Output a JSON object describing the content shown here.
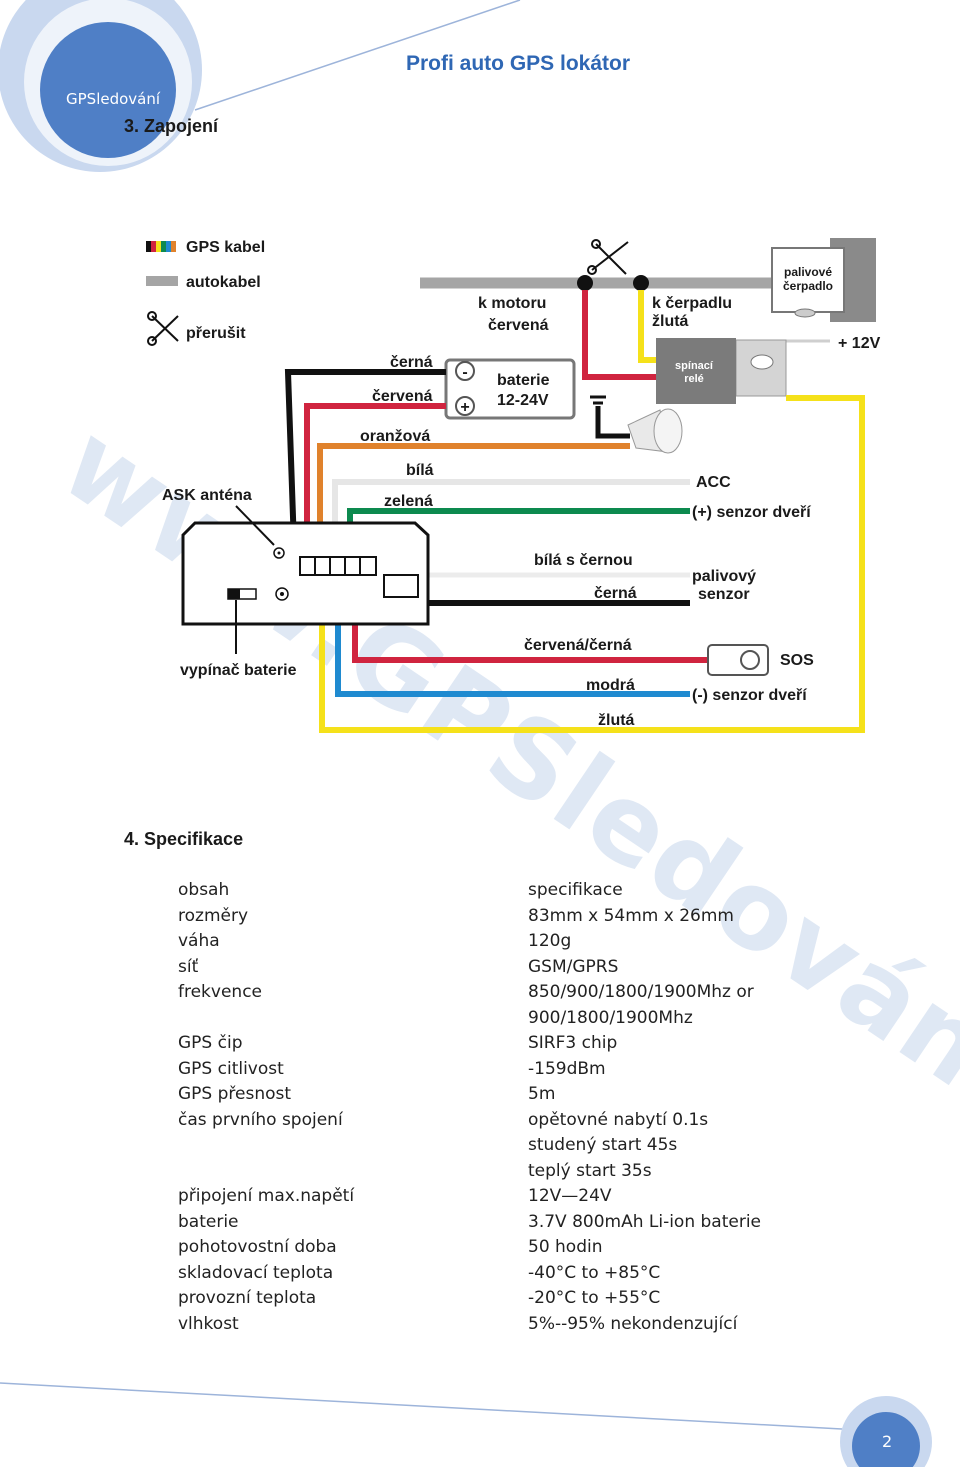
{
  "header": {
    "brand": "GPSledování",
    "title": "Profi auto GPS lokátor",
    "section3": "3. Zapojení"
  },
  "watermark": "www.GPSledování",
  "diagram": {
    "legend": {
      "gps_cable": "GPS kabel",
      "car_cable": "autokabel",
      "cut": "přerušit"
    },
    "labels": {
      "to_engine": "k motoru",
      "to_engine_color": "červená",
      "to_pump": "k čerpadlu",
      "to_pump_color": "žlutá",
      "fuel_pump_1": "palivové",
      "fuel_pump_2": "čerpadlo",
      "plus12": "+ 12V",
      "relay_1": "spínací",
      "relay_2": "relé",
      "black": "černá",
      "red": "červená",
      "battery_1": "baterie",
      "battery_2": "12-24V",
      "orange": "oranžová",
      "white": "bílá",
      "green": "zelená",
      "antenna": "ASK anténa",
      "acc": "ACC",
      "door_plus": "(+) senzor dveří",
      "white_black": "bílá s černou",
      "black2": "černá",
      "fuel_sensor_1": "palivový",
      "fuel_sensor_2": "senzor",
      "red_black": "červená/černá",
      "sos": "SOS",
      "blue": "modrá",
      "door_minus": "(-) senzor dveří",
      "yellow": "žlutá",
      "battery_switch": "vypínač baterie",
      "minus_sign": "-",
      "plus_sign": "+"
    }
  },
  "specs": {
    "heading": "4. Specifikace",
    "rows": [
      {
        "label": "obsah",
        "value": "specifikace"
      },
      {
        "label": "rozměry",
        "value": "83mm x 54mm x 26mm"
      },
      {
        "label": "váha",
        "value": "120g"
      },
      {
        "label": "síť",
        "value": "GSM/GPRS"
      },
      {
        "label": "frekvence",
        "value": "850/900/1800/1900Mhz or"
      },
      {
        "label": "",
        "value": "900/1800/1900Mhz"
      },
      {
        "label": "GPS čip",
        "value": "SIRF3 chip"
      },
      {
        "label": "GPS citlivost",
        "value": "-159dBm"
      },
      {
        "label": "GPS přesnost",
        "value": "5m"
      },
      {
        "label": "čas prvního spojení",
        "value": "opětovné nabytí 0.1s"
      },
      {
        "label": "",
        "value": "studený start 45s"
      },
      {
        "label": "",
        "value": "teplý start 35s"
      },
      {
        "label": "připojení max.napětí",
        "value": "12V—24V"
      },
      {
        "label": "baterie",
        "value": "3.7V 800mAh Li-ion baterie"
      },
      {
        "label": "pohotovostní doba",
        "value": "50 hodin"
      },
      {
        "label": "skladovací teplota",
        "value": "-40°C to +85°C"
      },
      {
        "label": "provozní teplota",
        "value": "-20°C to +55°C"
      },
      {
        "label": "vlhkost",
        "value": "5%--95% nekondenzující"
      }
    ]
  },
  "footer": {
    "page_number": "2"
  },
  "colors": {
    "accent": "#2f67b4",
    "circle_dark": "#4a78c2",
    "circle_light": "#b9cceb",
    "wire_black": "#111111",
    "wire_red": "#d0243f",
    "wire_orange": "#e0822c",
    "wire_green": "#0d8a4f",
    "wire_blue": "#1f8ad0",
    "wire_yellow": "#f5e11a",
    "wire_gray": "#a5a5a5"
  }
}
